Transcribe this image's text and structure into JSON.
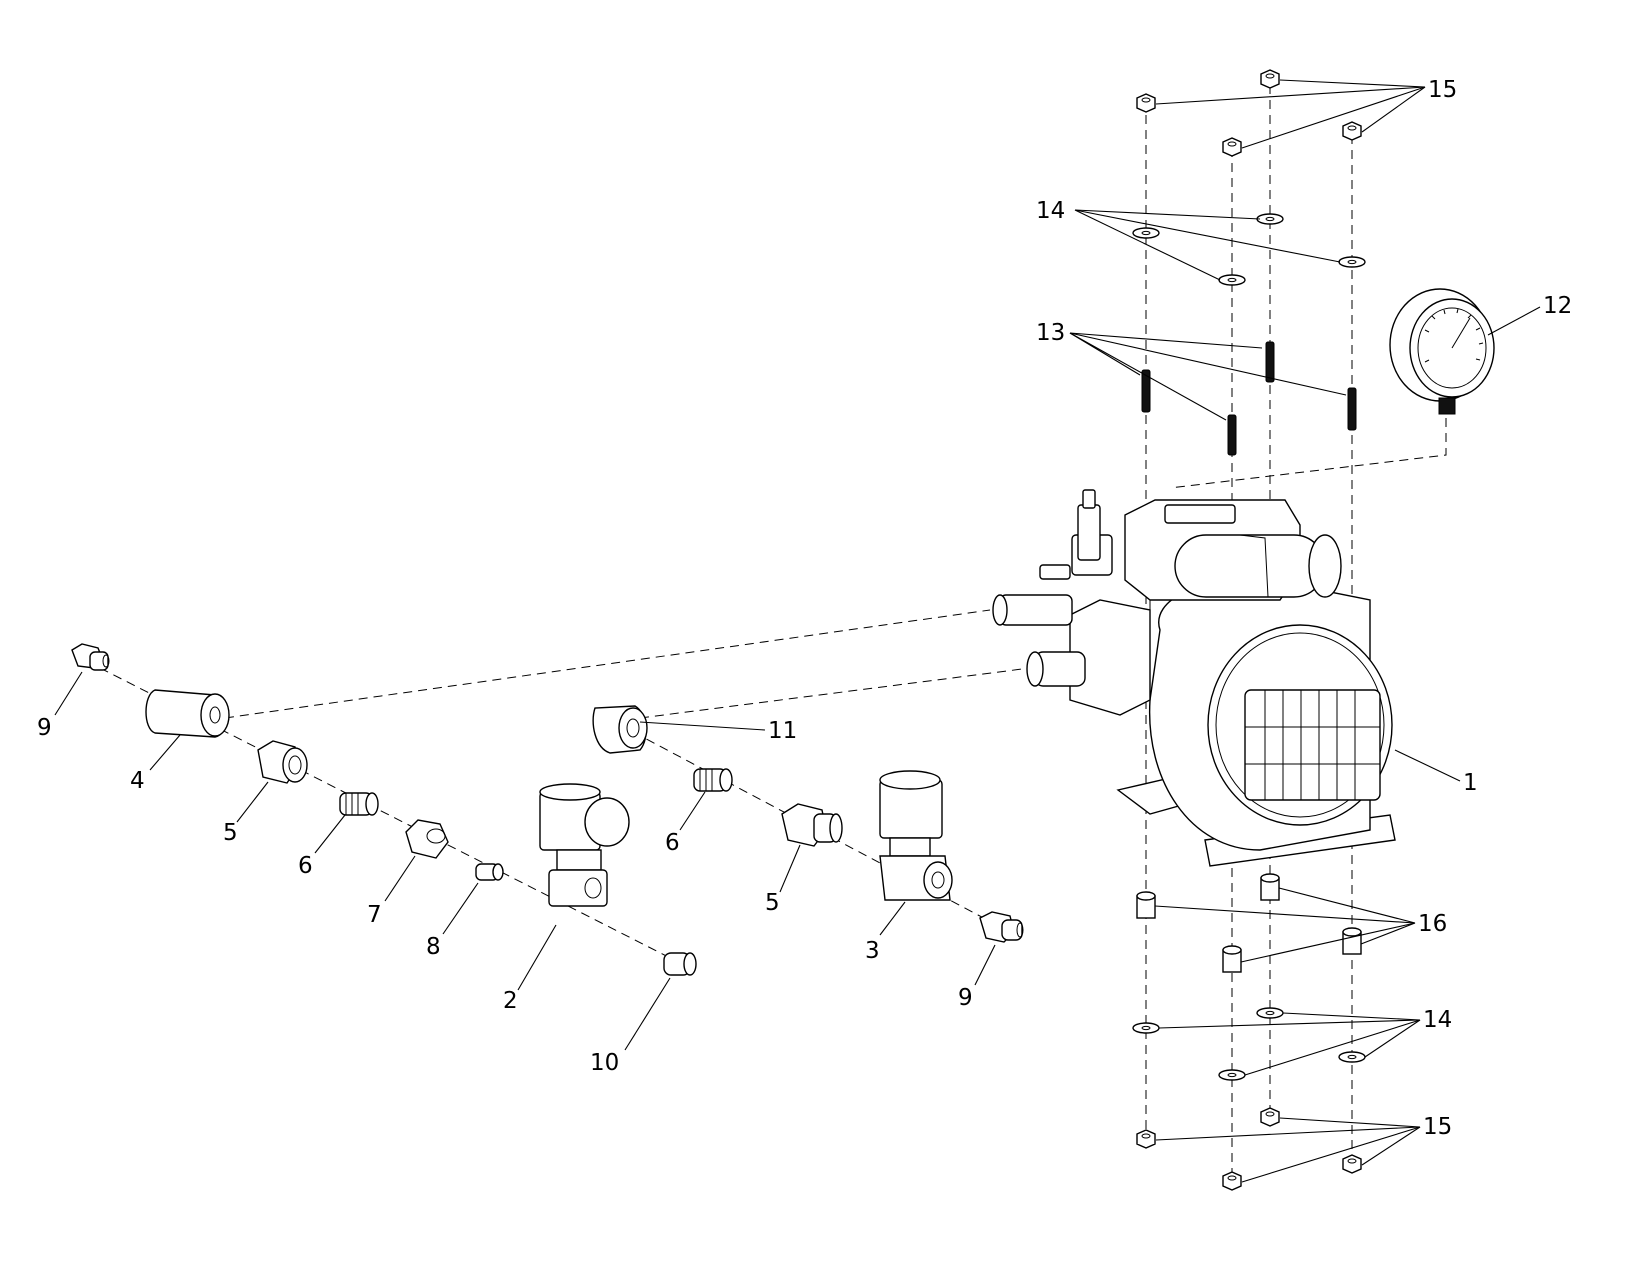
{
  "diagram": {
    "callouts": {
      "c1": "1",
      "c2": "2",
      "c3": "3",
      "c4": "4",
      "c5a": "5",
      "c5b": "5",
      "c6a": "6",
      "c6b": "6",
      "c7": "7",
      "c8": "8",
      "c9a": "9",
      "c9b": "9",
      "c10": "10",
      "c11": "11",
      "c12": "12",
      "c13": "13",
      "c14a": "14",
      "c14b": "14",
      "c15a": "15",
      "c15b": "15",
      "c16": "16"
    }
  }
}
